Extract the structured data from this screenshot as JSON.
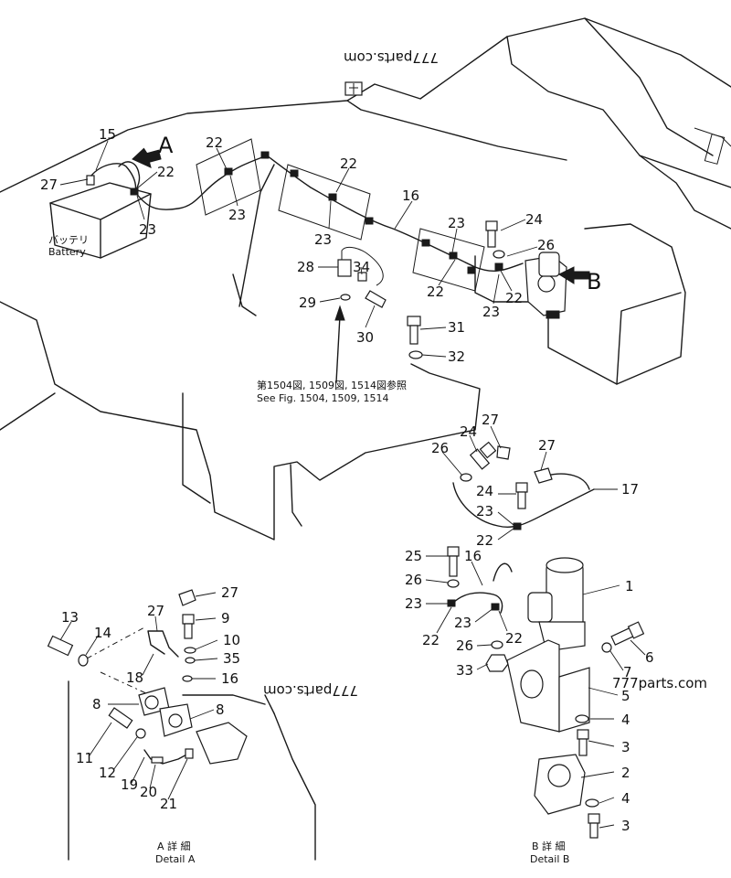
{
  "watermarks": [
    "777parts.com",
    "777parts.com",
    "777parts.com"
  ],
  "arrows": {
    "a": "A",
    "b": "B"
  },
  "battery": {
    "jp": "バッテリ",
    "en": "Battery"
  },
  "reference": {
    "jp": "第1504図, 1509図, 1514図参照",
    "en": "See Fig. 1504, 1509, 1514"
  },
  "details": {
    "a": {
      "jp": "A 詳 細",
      "en": "Detail A"
    },
    "b": {
      "jp": "B 詳 細",
      "en": "Detail B"
    }
  },
  "callouts": {
    "main": [
      "15",
      "27",
      "22",
      "23",
      "22",
      "23",
      "22",
      "23",
      "16",
      "23",
      "22",
      "24",
      "26",
      "22",
      "23",
      "28",
      "34",
      "29",
      "30",
      "31",
      "32"
    ],
    "detail_b": [
      "27",
      "24",
      "26",
      "27",
      "17",
      "24",
      "23",
      "22",
      "25",
      "16",
      "26",
      "23",
      "23",
      "22",
      "22",
      "26",
      "33",
      "1",
      "6",
      "7",
      "5",
      "4",
      "3",
      "2",
      "4",
      "3"
    ],
    "detail_a": [
      "27",
      "9",
      "10",
      "35",
      "16",
      "13",
      "14",
      "18",
      "27",
      "8",
      "8",
      "11",
      "12",
      "19",
      "20",
      "21"
    ]
  }
}
